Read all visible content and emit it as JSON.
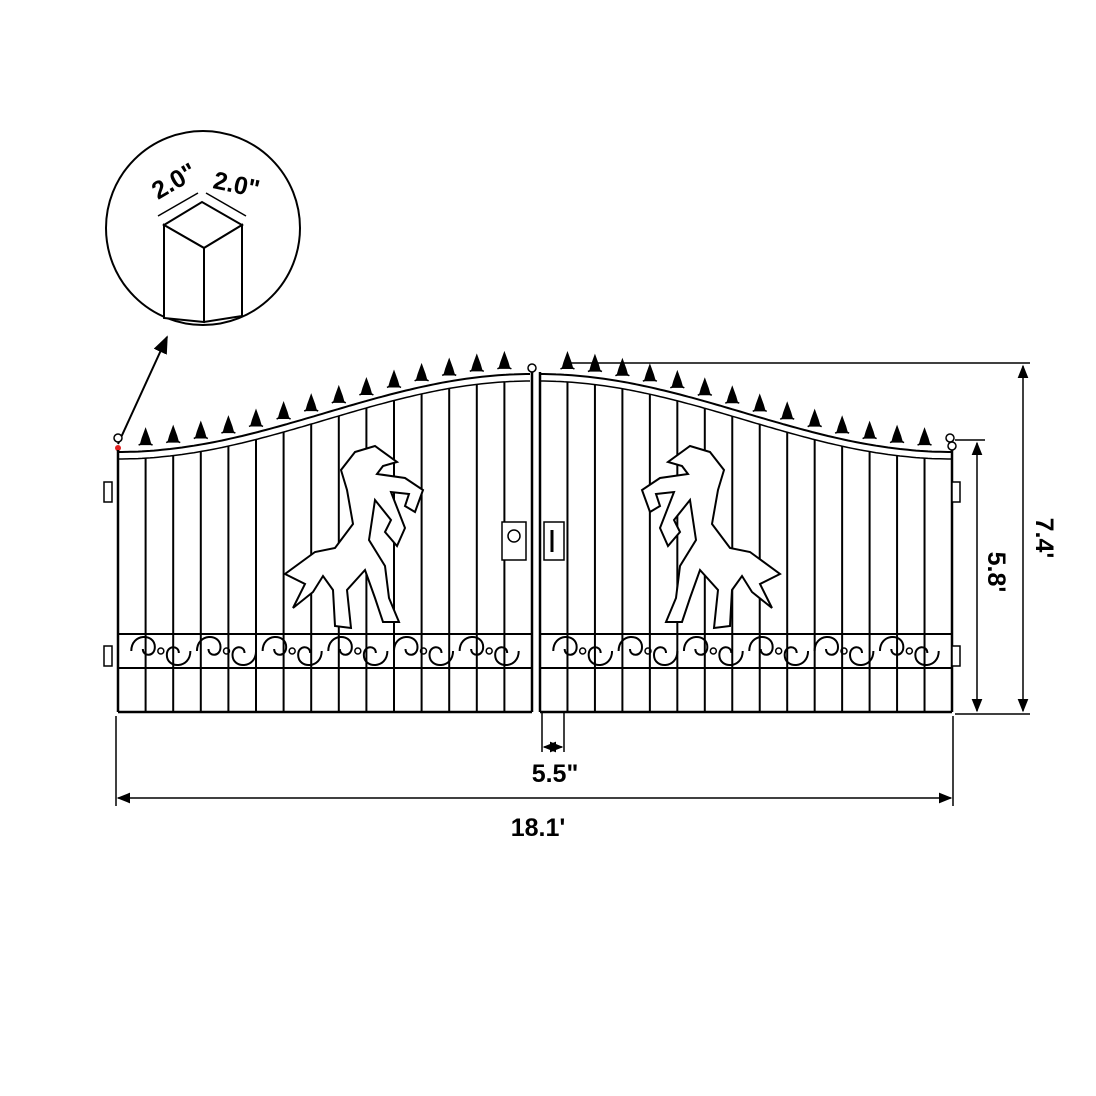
{
  "title": "",
  "colors": {
    "ink": "#000000",
    "background": "#ffffff",
    "marker": "#e02020"
  },
  "post_detail": {
    "width_label": "2.0\"",
    "depth_label": "2.0\""
  },
  "dimensions": {
    "overall_width": "18.1'",
    "center_gap": "5.5\"",
    "peak_height": "7.4'",
    "post_height": "5.8'"
  },
  "icons": {
    "ornament_left": "horse-silhouette-icon",
    "ornament_right": "horse-silhouette-icon",
    "latch": "gate-latch-icon"
  }
}
